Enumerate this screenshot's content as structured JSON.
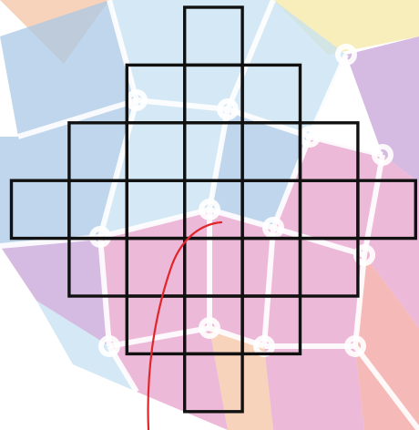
{
  "figure": {
    "kind": "diamond-grid",
    "row_cell_counts": [
      1,
      3,
      5,
      7,
      5,
      3,
      1
    ],
    "grid_color": "#111111",
    "curve_color": "#e0262b",
    "background_palette": {
      "blue": "#a9c8e6",
      "light_blue": "#c5e0f1",
      "pink": "#e7a2cb",
      "violet": "#c7a4d8",
      "peach": "#f4c4a4",
      "yellow": "#f6e8a4",
      "coral": "#f1a3a0",
      "mesh_line": "#ffffff"
    }
  }
}
